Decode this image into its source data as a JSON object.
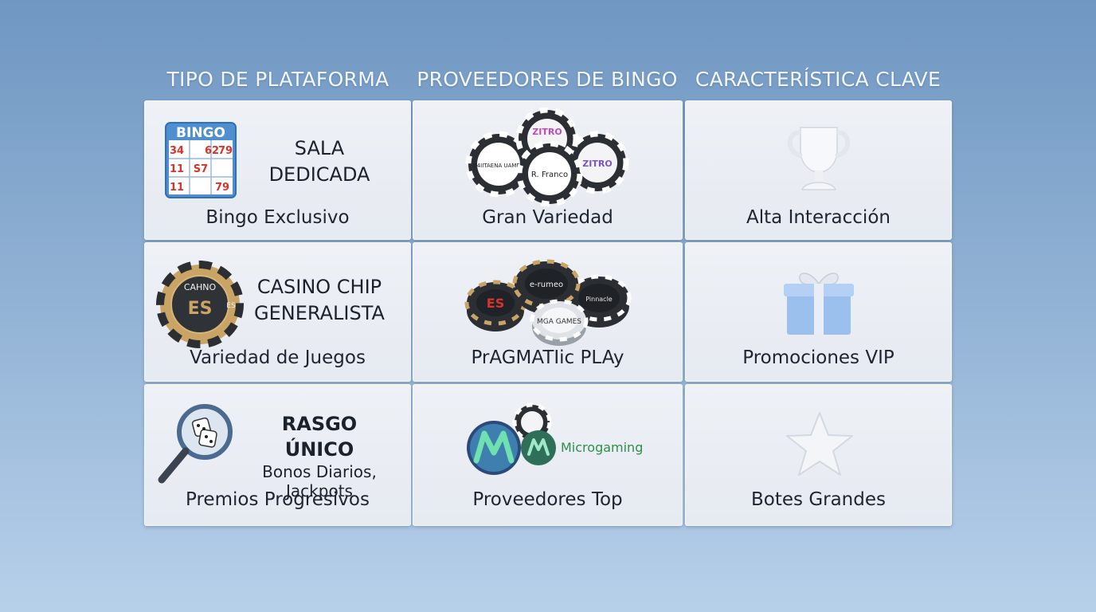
{
  "headers": [
    "TIPO DE PLATAFORMA",
    "PROVEEDORES DE BINGO",
    "CARACTERÍSTICA CLAVE"
  ],
  "row1": {
    "platform": {
      "card_header": "BINGO",
      "card_numbers": [
        "34",
        "62",
        "79",
        "11",
        "S7",
        "11",
        "79"
      ],
      "title_line1": "SALA",
      "title_line2": "DEDICADA",
      "caption": "Bingo Exclusivo"
    },
    "providers": {
      "chip_labels": [
        "ZITRO",
        "F4IITAENA UAME3",
        "R. Franco",
        "ZITRO"
      ],
      "caption": "Gran Variedad"
    },
    "feature": {
      "icon": "trophy-icon",
      "caption": "Alta Interacción"
    }
  },
  "row2": {
    "platform": {
      "chip_top": "CAHNO",
      "chip_mid": "ES",
      "chip_side": "ES",
      "title_line1": "CASINO CHIP",
      "title_line2": "GENERALISTA",
      "caption": "Variedad de Juegos"
    },
    "providers": {
      "chip_labels": [
        "ES",
        "e-rumeo",
        "MGA GAMES",
        "Pinnacle"
      ],
      "caption": "PrAGMATIic PLAy"
    },
    "feature": {
      "icon": "gift-icon",
      "caption": "Promociones VIP"
    }
  },
  "row3": {
    "platform": {
      "title": "RASGO ÚNICO",
      "sub_line1": "Bonos Diarios,",
      "sub_line2": "Jackpots",
      "caption": "Premios Progresivos"
    },
    "providers": {
      "brand": "Microgaming",
      "caption": "Proveedores Top"
    },
    "feature": {
      "icon": "star-icon",
      "caption": "Botes Grandes"
    }
  },
  "colors": {
    "background_top": "#6f97c2",
    "background_bottom": "#b7d0ea",
    "bingo_blue": "#4f8fd0",
    "bingo_red": "#d8342c",
    "chip_dark": "#2b2e33",
    "chip_gold": "#c9a464",
    "gift_blue": "#9cc0ee",
    "micro_green": "#2f8f4a"
  }
}
